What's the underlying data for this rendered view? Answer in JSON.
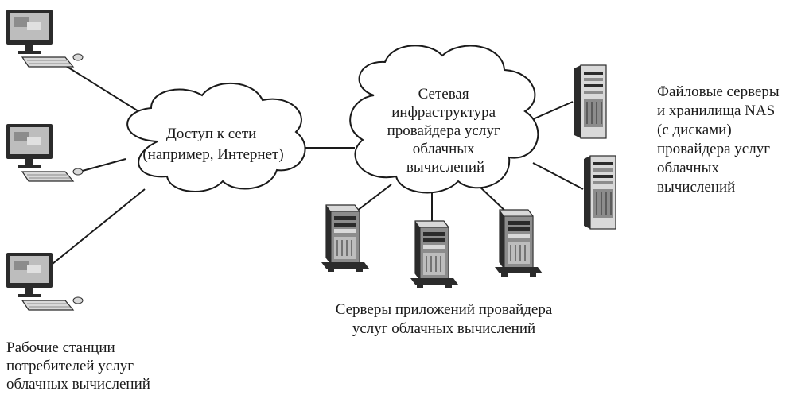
{
  "colors": {
    "line": "#1a1a1a",
    "device_dark": "#2b2b2b",
    "device_mid": "#8c8c8c",
    "device_light": "#d9d9d9",
    "screen": "#bdbdbd"
  },
  "clouds": {
    "access": {
      "lines": [
        "Доступ к сети",
        "(например, Интернет)"
      ]
    },
    "provider_network": {
      "lines": [
        "Сетевая",
        "инфраструктура",
        "провайдера услуг",
        "облачных",
        "вычислений"
      ]
    }
  },
  "labels": {
    "workstations": [
      "Рабочие станции",
      "потребителей услуг",
      "облачных вычислений"
    ],
    "app_servers": [
      "Серверы приложений провайдера",
      "услуг облачных вычислений"
    ],
    "file_servers": [
      "Файловые серверы",
      "и хранилища NAS",
      "(с дисками)",
      "провайдера услуг",
      "облачных",
      "вычислений"
    ]
  },
  "icons": {
    "workstation": "desktop-computer-icon",
    "app_server": "tower-server-icon",
    "file_server": "storage-cabinet-icon"
  }
}
